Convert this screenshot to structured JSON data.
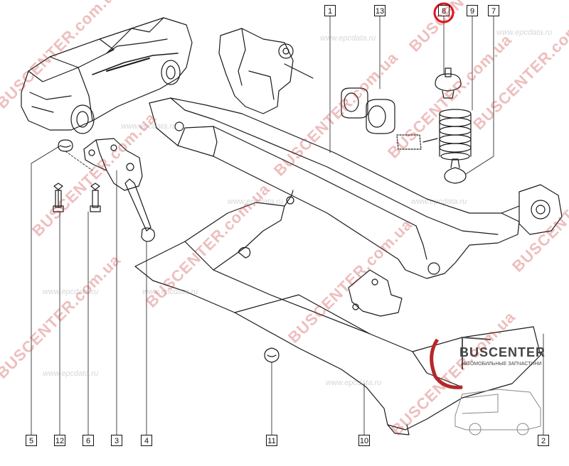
{
  "callouts": {
    "c1": "1",
    "c2": "2",
    "c3": "3",
    "c4": "4",
    "c5": "5",
    "c6": "6",
    "c7": "7",
    "c8": "8",
    "c9": "9",
    "c10": "10",
    "c11": "11",
    "c12": "12",
    "c13": "13"
  },
  "highlight_color": "#e0141e",
  "watermarks": {
    "epc": "www.epcdata.ru",
    "bus": "BUSCENTER.com.ua"
  },
  "logo": {
    "title": "BUSCENTER",
    "subtitle": "АВТОМОБИЛЬНЫЕ ЗАПЧАСТИНИ"
  }
}
